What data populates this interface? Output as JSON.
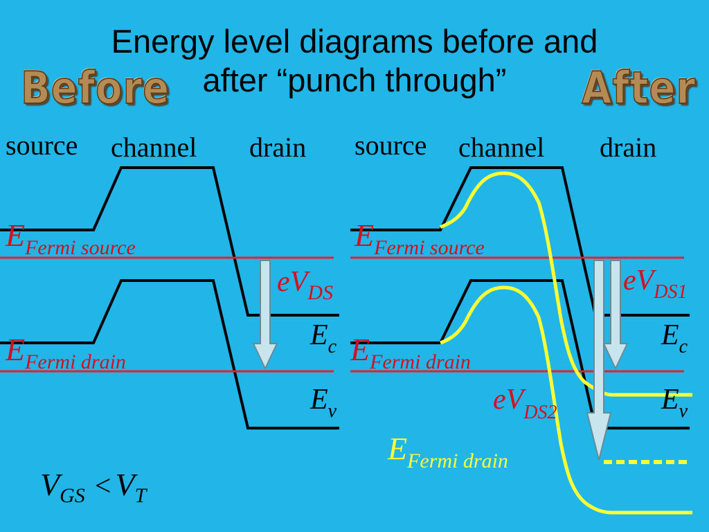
{
  "title": {
    "line1": "Energy level  diagrams before and",
    "line2": "after “punch through”"
  },
  "badges": {
    "before": "Before",
    "after": "After"
  },
  "before_panel": {
    "labels": {
      "source": "source",
      "channel": "channel",
      "drain": "drain"
    },
    "e_fermi_source": {
      "main": "E",
      "sub": "Fermi source"
    },
    "e_fermi_drain": {
      "main": "E",
      "sub": "Fermi drain"
    },
    "ev_ds": {
      "main": "eV",
      "sub": "DS"
    },
    "ec": {
      "main": "E",
      "sub": "c"
    },
    "ev": {
      "main": "E",
      "sub": "v"
    },
    "condition": {
      "v1": "V",
      "sub1": "GS",
      "op": "<",
      "v2": "V",
      "sub2": "T"
    }
  },
  "after_panel": {
    "labels": {
      "source": "source",
      "channel": "channel",
      "drain": "drain"
    },
    "e_fermi_source": {
      "main": "E",
      "sub": "Fermi source"
    },
    "e_fermi_drain": {
      "main": "E",
      "sub": "Fermi drain"
    },
    "ev_ds1": {
      "main": "eV",
      "sub": "DS1"
    },
    "ev_ds2": {
      "main": "eV",
      "sub": "DS2"
    },
    "e_fermi_drain_new": {
      "main": "E",
      "sub": "Fermi drain"
    },
    "ec": {
      "main": "E",
      "sub": "c"
    },
    "ev": {
      "main": "E",
      "sub": "v"
    }
  },
  "colors": {
    "background": "#22B6E8",
    "band_line": "#000000",
    "fermi_line": "#E8202A",
    "shifted_band": "#FFFF33",
    "arrow_fill": "#C8E4EC",
    "label_red": "#D4101E",
    "label_yellow": "#FFFF33"
  }
}
